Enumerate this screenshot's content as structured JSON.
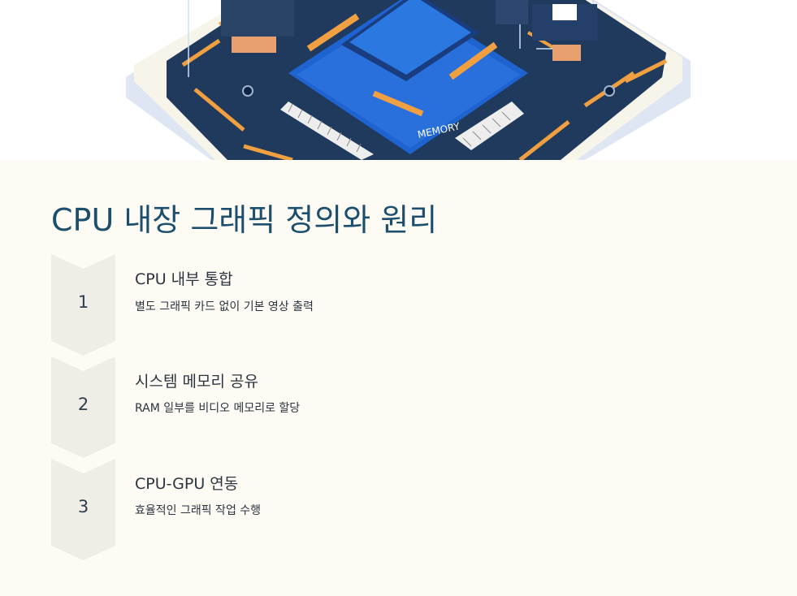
{
  "title": "CPU 내장 그래픽 정의와 원리",
  "hero": {
    "chip_label": "MEMORY"
  },
  "steps": [
    {
      "number": "1",
      "title": "CPU 내부 통합",
      "description": "별도 그래픽 카드 없이 기본 영상 출력"
    },
    {
      "number": "2",
      "title": "시스템 메모리 공유",
      "description": "RAM 일부를 비디오 메모리로 할당"
    },
    {
      "number": "3",
      "title": "CPU-GPU 연동",
      "description": "효율적인 그래픽 작업 수행"
    }
  ],
  "colors": {
    "title": "#1c4f6e",
    "background": "#fdfbf4",
    "badge": "#f0ede6",
    "board": "#1f3a5c",
    "chip": "#2a63c4",
    "accent": "#f0a040"
  }
}
